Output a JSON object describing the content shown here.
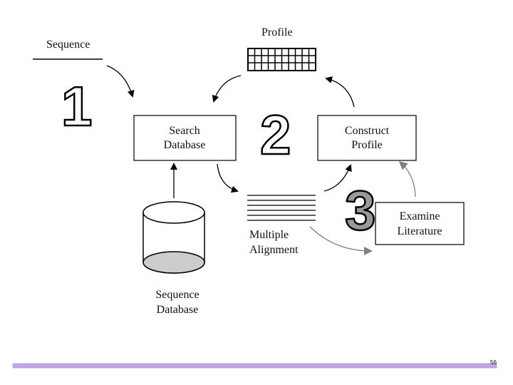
{
  "labels": {
    "sequence": "Sequence",
    "profile": "Profile",
    "search_database": [
      "Search",
      "Database"
    ],
    "construct_profile": [
      "Construct",
      "Profile"
    ],
    "examine_literature": [
      "Examine",
      "Literature"
    ],
    "multiple_alignment": [
      "Multiple",
      "Alignment"
    ],
    "sequence_database": [
      "Sequence",
      "Database"
    ]
  },
  "step_numbers": [
    "1",
    "2",
    "3"
  ],
  "page_number": "56",
  "colors": {
    "footer_bar": "#c4a4ee",
    "gray_arrow": "#808080",
    "step3_fill": "#999999"
  }
}
